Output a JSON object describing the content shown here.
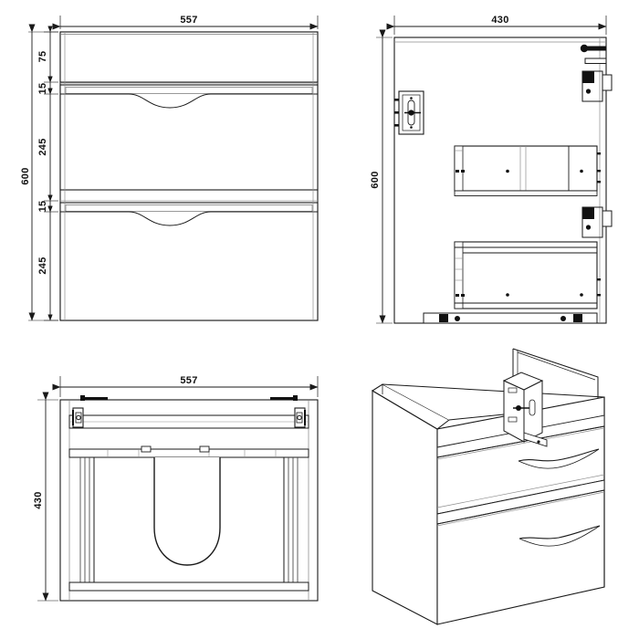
{
  "drawing": {
    "type": "technical-orthographic-drawing",
    "subject": "wall-hung bathroom vanity unit with two drawers",
    "background_color": "#ffffff",
    "line_color": "#1a1a1a",
    "hardware_fill": "#111111",
    "units": "mm"
  },
  "views": {
    "front": {
      "name": "front-elevation",
      "dimensions": {
        "width": "557",
        "height": "600",
        "chain": [
          "75",
          "15",
          "245",
          "15",
          "245"
        ]
      },
      "features": {
        "top_rail_label": "75",
        "gap_label": "15",
        "drawer_face_label": "245",
        "drawer_count": 2,
        "handle_style": "recessed-wave-groove"
      }
    },
    "side": {
      "name": "side-section-view",
      "dimensions": {
        "depth": "430",
        "height": "600"
      },
      "features": {
        "wall_bracket": "wall-mount-bracket",
        "drawer_runner_top": "top-drawer-box",
        "drawer_runner_bottom": "bottom-drawer-box",
        "fixings": "cam-lock-fixings"
      }
    },
    "top": {
      "name": "plan-top-view",
      "dimensions": {
        "width": "557",
        "depth": "430"
      },
      "features": {
        "basin_cutout": "u-shaped-waste-cutout",
        "hinge_brackets": 2,
        "back_rail": "rear-hanging-rail"
      }
    },
    "iso": {
      "name": "isometric-3d-view",
      "features": {
        "drawer_count": 2,
        "handle_style": "recessed-wave-groove",
        "bracket": "wall-hanging-bracket-detail"
      }
    }
  },
  "labels": {
    "front_width": "557",
    "front_height": "600",
    "front_h1": "75",
    "front_h2": "15",
    "front_h3": "245",
    "front_h4": "15",
    "front_h5": "245",
    "side_width": "430",
    "side_height": "600",
    "top_width": "557",
    "top_depth": "430"
  }
}
